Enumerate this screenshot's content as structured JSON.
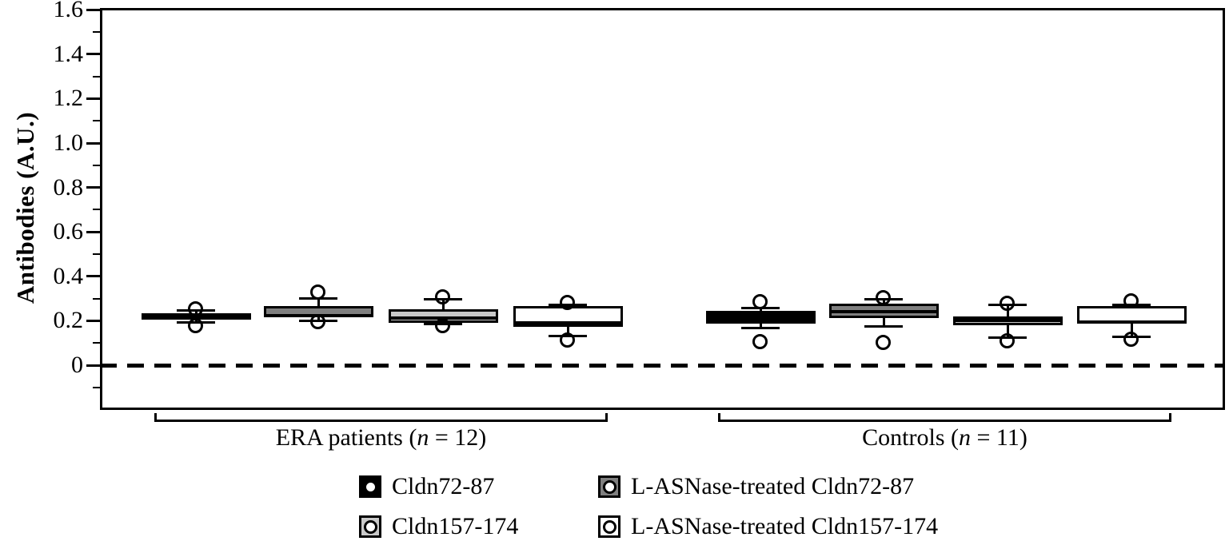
{
  "figure": {
    "background": "#ffffff"
  },
  "chart_data": {
    "type": "boxplot",
    "title": "",
    "y_axis": {
      "label": "Antibodies (A.U.)",
      "min": -0.2,
      "max": 1.6,
      "major_ticks": [
        0,
        0.2,
        0.4,
        0.6,
        0.8,
        1.0,
        1.2,
        1.4,
        1.6
      ],
      "major_tick_labels": [
        "0",
        "0.2",
        "0.4",
        "0.6",
        "0.8",
        "1.0",
        "1.2",
        "1.4",
        "1.6"
      ],
      "minor_ticks": [
        -0.1,
        0.1,
        0.3,
        0.5,
        0.7,
        0.9,
        1.1,
        1.3,
        1.5
      ],
      "grid": "off"
    },
    "zero_line": {
      "value": 0,
      "style": "dashed",
      "color": "#000000"
    },
    "legend_position": "bottom",
    "series": [
      {
        "label": "Cldn72-87",
        "fill": "#000000"
      },
      {
        "label": "L-ASNase-treated Cldn72-87",
        "fill": "#7f7f7f"
      },
      {
        "label": "Cldn157-174",
        "fill": "#c9c9c9"
      },
      {
        "label": "L-ASNase-treated Cldn157-174",
        "fill": "#ffffff"
      }
    ],
    "groups": [
      {
        "label_prefix": "ERA patients (",
        "n_var": "n",
        "label_suffix": " = 12)",
        "bracket_x1": 193,
        "bracket_x2": 760
      },
      {
        "label_prefix": "Controls (",
        "n_var": "n",
        "label_suffix": " = 11)",
        "bracket_x1": 898,
        "bracket_x2": 1465
      }
    ],
    "boxes": [
      {
        "group": 0,
        "series": 0,
        "cx": 245,
        "q1": 0.205,
        "median": 0.22,
        "q3": 0.235,
        "whisker_low": 0.194,
        "whisker_high": 0.248,
        "outlier_low": 0.176,
        "outlier_high": 0.252
      },
      {
        "group": 0,
        "series": 1,
        "cx": 398,
        "q1": 0.215,
        "median": 0.222,
        "q3": 0.265,
        "whisker_low": 0.198,
        "whisker_high": 0.3,
        "outlier_low": 0.194,
        "outlier_high": 0.327
      },
      {
        "group": 0,
        "series": 2,
        "cx": 554,
        "q1": 0.19,
        "median": 0.212,
        "q3": 0.253,
        "whisker_low": 0.184,
        "whisker_high": 0.298,
        "outlier_low": 0.176,
        "outlier_high": 0.306
      },
      {
        "group": 0,
        "series": 3,
        "cx": 710,
        "q1": 0.173,
        "median": 0.19,
        "q3": 0.266,
        "whisker_low": 0.13,
        "whisker_high": 0.27,
        "outlier_low": 0.112,
        "outlier_high": 0.28
      },
      {
        "group": 1,
        "series": 0,
        "cx": 951,
        "q1": 0.187,
        "median": 0.22,
        "q3": 0.245,
        "whisker_low": 0.166,
        "whisker_high": 0.256,
        "outlier_low": 0.105,
        "outlier_high": 0.284
      },
      {
        "group": 1,
        "series": 1,
        "cx": 1105,
        "q1": 0.213,
        "median": 0.24,
        "q3": 0.277,
        "whisker_low": 0.173,
        "whisker_high": 0.295,
        "outlier_low": 0.1,
        "outlier_high": 0.302
      },
      {
        "group": 1,
        "series": 2,
        "cx": 1260,
        "q1": 0.18,
        "median": 0.2,
        "q3": 0.22,
        "whisker_low": 0.125,
        "whisker_high": 0.27,
        "outlier_low": 0.108,
        "outlier_high": 0.277
      },
      {
        "group": 1,
        "series": 3,
        "cx": 1415,
        "q1": 0.187,
        "median": 0.196,
        "q3": 0.266,
        "whisker_low": 0.126,
        "whisker_high": 0.273,
        "outlier_low": 0.115,
        "outlier_high": 0.288
      }
    ]
  }
}
